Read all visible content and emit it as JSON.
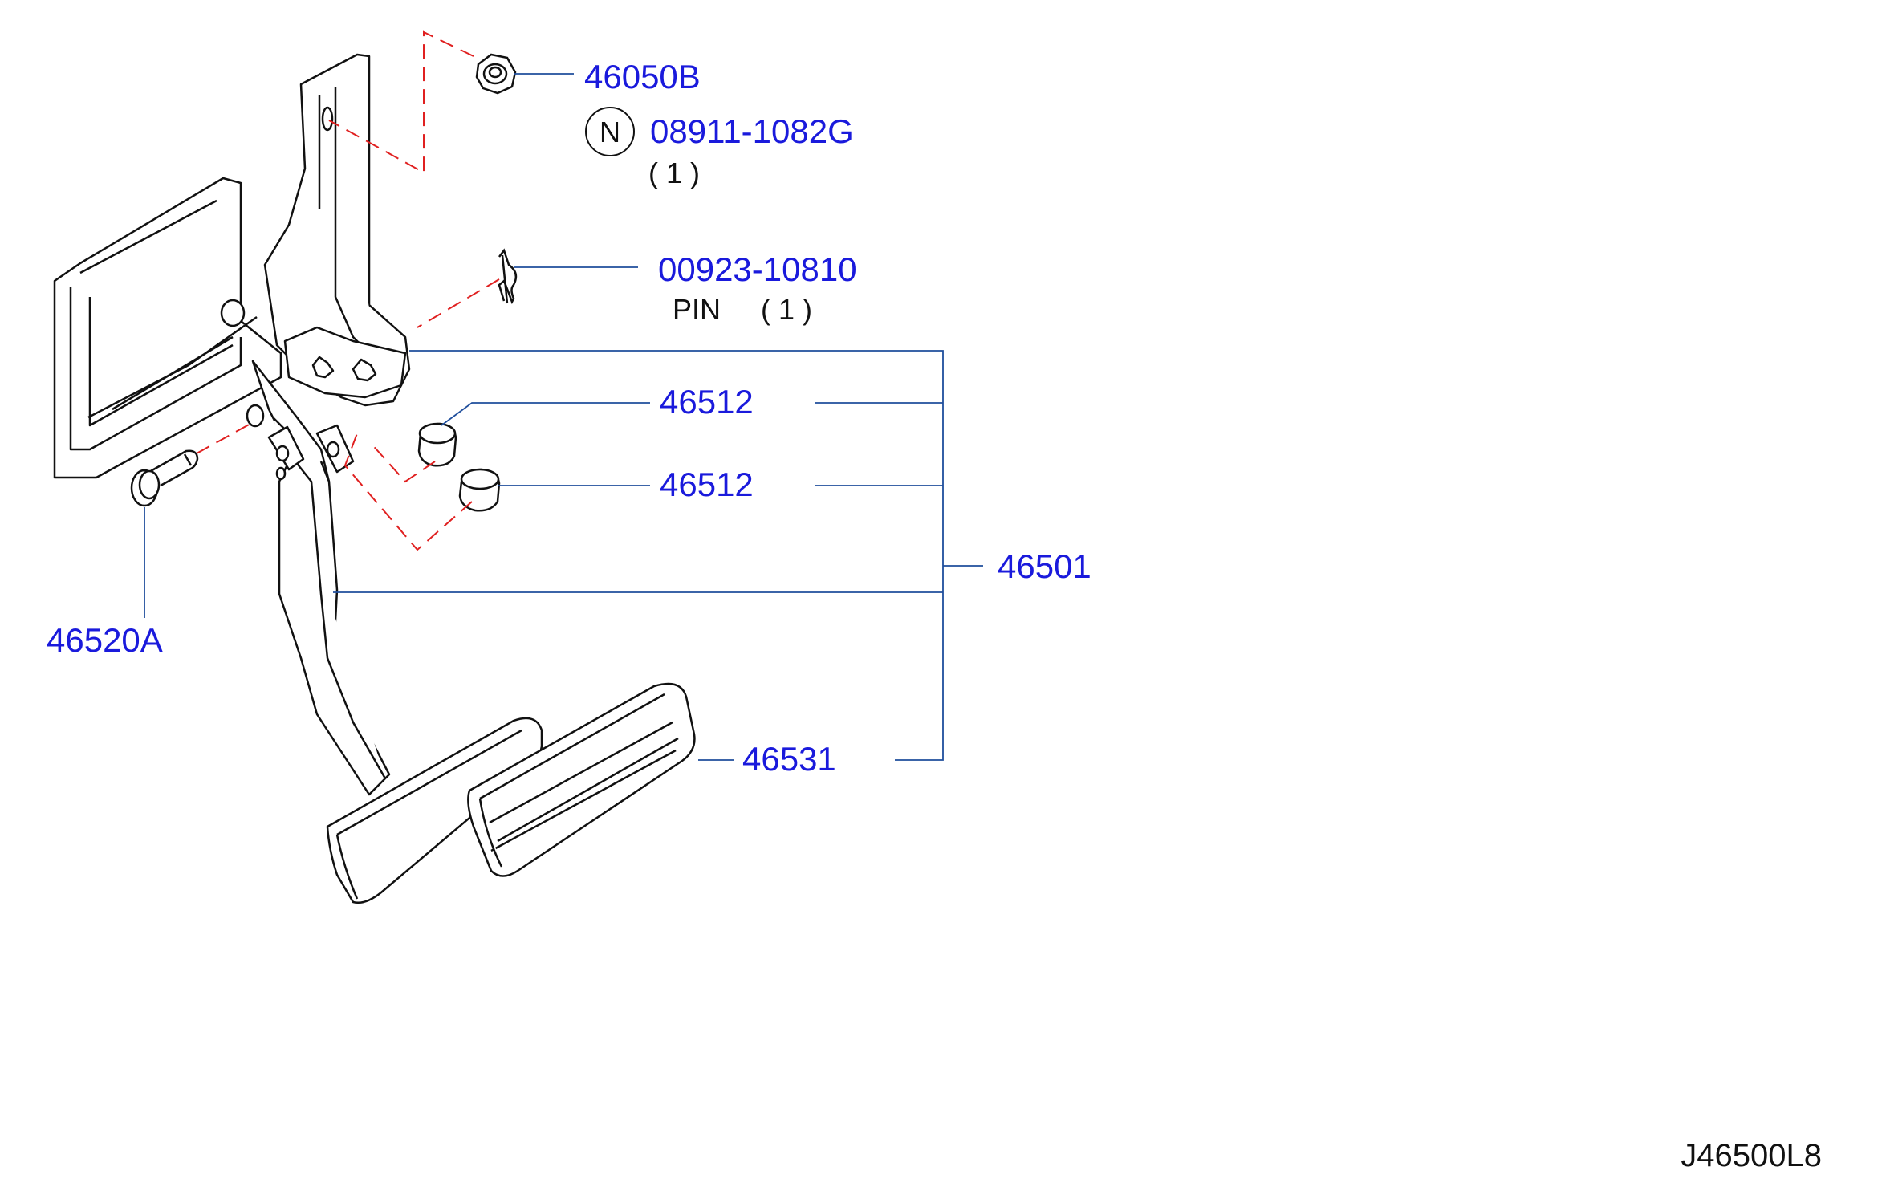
{
  "colors": {
    "part_number": "#1a1adc",
    "leader": "#1f4e9c",
    "drawing": "#111111",
    "dashed": "#e02020",
    "text": "#111111"
  },
  "labels": {
    "nut_part": "46050B",
    "nut_code_letter": "N",
    "nut_code": "08911-1082G",
    "nut_qty": "( 1 )",
    "pin_part": "00923-10810",
    "pin_desc": "PIN",
    "pin_qty": "( 1 )",
    "stopper_upper": "46512",
    "stopper_lower": "46512",
    "pedal_assembly": "46501",
    "bolt_part": "46520A",
    "pad_part": "46531"
  },
  "diagram_id": "J46500L8"
}
